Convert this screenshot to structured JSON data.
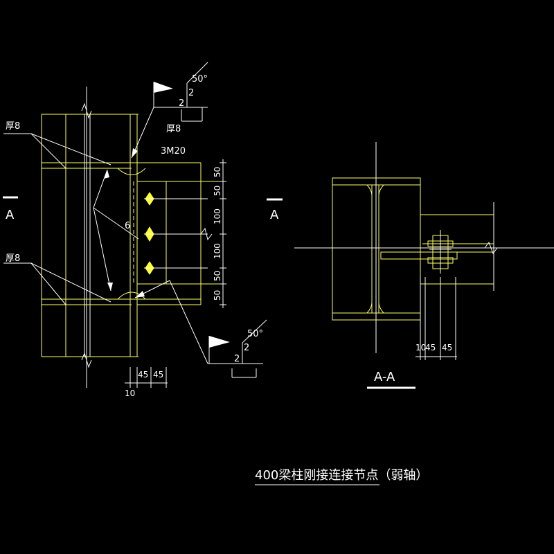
{
  "colors": {
    "background": "#000000",
    "line_white": "#ffffff",
    "line_yellow": "#ffff66",
    "bolt_fill": "#ffff33"
  },
  "icons": [
    "flag-icon",
    "bolt-icon",
    "arrow-icon"
  ],
  "left_view": {
    "section_mark_left": "A",
    "plate_note_top": "厚8",
    "plate_note_bottom": "厚8",
    "plate_note_stiffener": "厚8",
    "bolt_note": "3M20",
    "weld_size": "6",
    "weld_top": {
      "angle": "50°",
      "size_a": "2",
      "size_b": "2"
    },
    "weld_bottom": {
      "angle": "50°",
      "size_a": "2",
      "size_b": "2"
    },
    "vertical_dims": [
      "50",
      "50",
      "100",
      "100",
      "50",
      "50"
    ],
    "bottom_dims": [
      "45",
      "45"
    ],
    "bottom_dim_small": "10",
    "section_mark_right": "A"
  },
  "right_view": {
    "title": "A-A",
    "bottom_dims": [
      "10",
      "45",
      "45"
    ]
  },
  "drawing_title": "400梁柱刚接连接节点（弱轴）"
}
